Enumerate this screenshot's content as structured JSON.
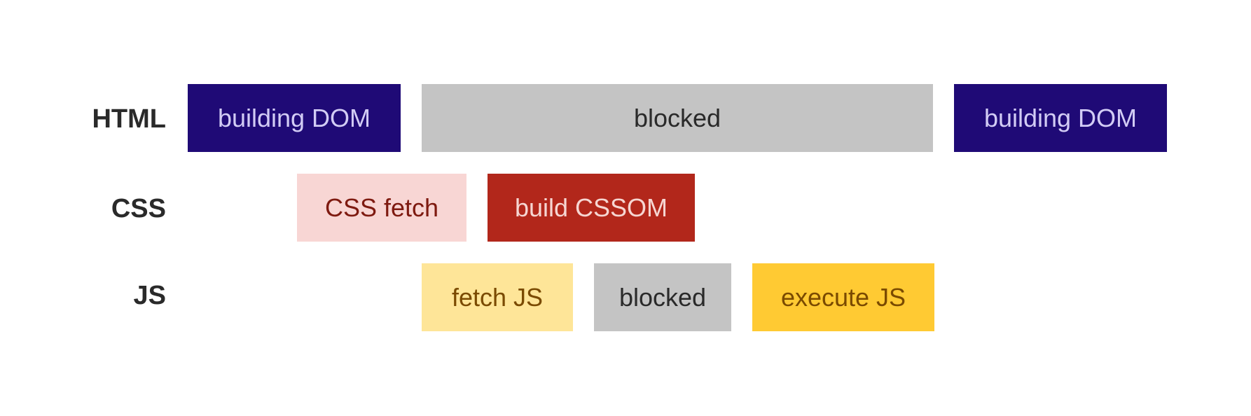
{
  "rows": {
    "html": {
      "label": "HTML",
      "blocks": [
        "building DOM",
        "blocked",
        "building DOM"
      ]
    },
    "css": {
      "label": "CSS",
      "blocks": [
        "CSS fetch",
        "build CSSOM"
      ]
    },
    "js": {
      "label": "JS",
      "blocks": [
        "fetch JS",
        "blocked",
        "execute JS"
      ]
    }
  },
  "colors": {
    "dom": "#1f0a76",
    "blocked": "#c4c4c4",
    "css_fetch": "#f8d6d4",
    "build_cssom": "#b2271b",
    "fetch_js": "#fee598",
    "execute_js": "#ffca33"
  }
}
